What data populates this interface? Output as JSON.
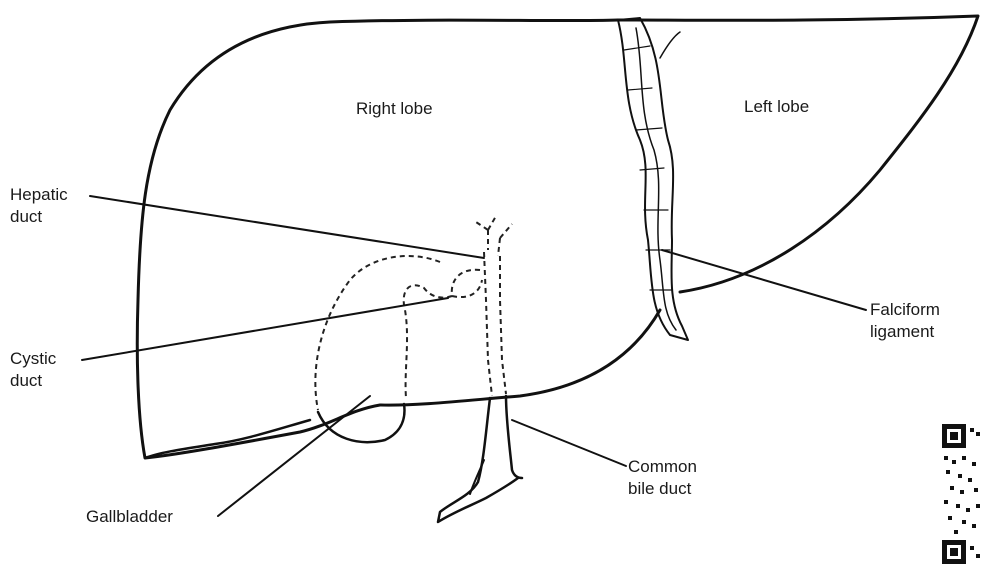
{
  "labels": {
    "right_lobe": "Right lobe",
    "left_lobe": "Left lobe",
    "hepatic_duct_l1": "Hepatic",
    "hepatic_duct_l2": "duct",
    "cystic_duct_l1": "Cystic",
    "cystic_duct_l2": "duct",
    "falciform_l1": "Falciform",
    "falciform_l2": "ligament",
    "common_bile_l1": "Common",
    "common_bile_l2": "bile duct",
    "gallbladder": "Gallbladder"
  },
  "colors": {
    "ink": "#111111",
    "background": "#ffffff"
  },
  "icons": {
    "corner_mark": "qr-code-icon"
  }
}
